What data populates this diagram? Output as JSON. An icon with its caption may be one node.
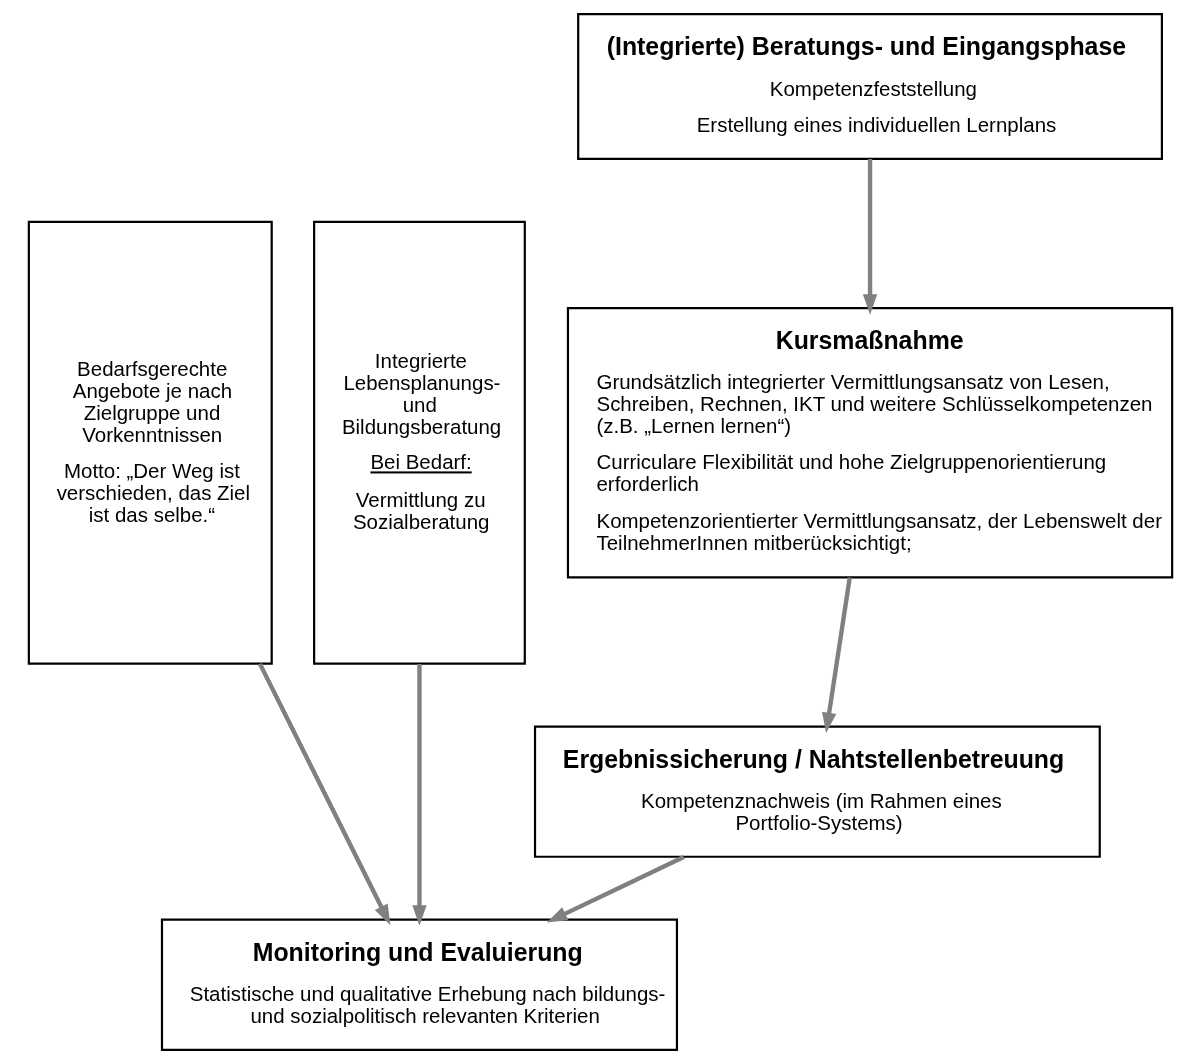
{
  "diagram": {
    "nodes": [
      {
        "text": [
          "Bedarfsgerechte Angebote je nach Zielgruppe und Vorkenntnissen",
          "Motto: „Der Weg ist verschieden, das Ziel ist das selbe.“"
        ]
      },
      {
        "text": [
          "(Integrierte) Beratungs- und Eingangsphase",
          "Kompetenzfeststellung",
          "Erstellung eines individuellen Lernplans"
        ]
      },
      {
        "text": [
          "Integrierte Lebensplanungs- und Bildungsberatung",
          "Bei Bedarf:",
          "Vermittlung zu Sozialberatung"
        ]
      },
      {
        "text": [
          "Kursmaßnahme",
          "Grundsätzlich integrierter Vermittlungsansatz von Lesen, Schreiben, Rechnen, IKT und weitere Schlüsselkompetenzen (z.B. „Lernen lernen“)",
          "Curriculare Flexibilität und hohe Zielgruppenorientierung erforderlich",
          "Kompetenzorientierter Vermittlungsansatz, der Lebenswelt der TeilnehmerInnen mitberücksichtigt;"
        ]
      },
      {
        "text": [
          "Ergebnissicherung / Nahtstellenbetreuung",
          "Kompetenznachweis (im Rahmen eines Portfolio-Systems)"
        ]
      },
      {
        "text": [
          "Monitoring und Evaluierung",
          "Statistische und qualitative Erhebung nach bildungs- und sozialpolitisch relevanten Kriterien"
        ]
      }
    ],
    "edges": [
      {
        "from": 1,
        "to": 3,
        "arrow": "to"
      },
      {
        "from": 3,
        "to": 4,
        "arrow": "to"
      },
      {
        "from": 0,
        "to": 5,
        "arrow": "to"
      },
      {
        "from": 4,
        "to": 5,
        "arrow": "to"
      },
      {
        "from": 2,
        "to": 5,
        "arrow": "to"
      }
    ]
  }
}
